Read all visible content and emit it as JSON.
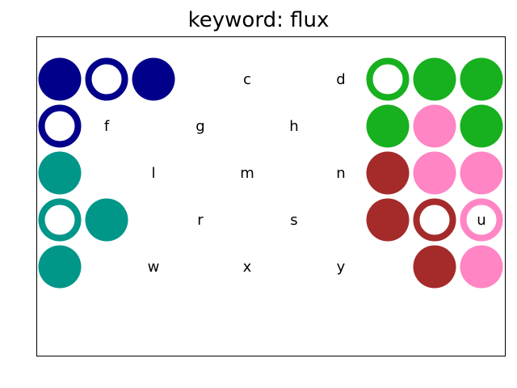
{
  "title": "keyword: flux",
  "colors": {
    "navy": "#00008b",
    "green": "#17b01e",
    "teal": "#009688",
    "brown": "#a52a2a",
    "pink": "#ff85c4"
  },
  "grid": {
    "rows": 5,
    "cols": 10,
    "cells": [
      {
        "row": 0,
        "col": 0,
        "color": "navy",
        "style": "filled"
      },
      {
        "row": 0,
        "col": 1,
        "color": "navy",
        "style": "ring"
      },
      {
        "row": 0,
        "col": 2,
        "color": "navy",
        "style": "filled"
      },
      {
        "row": 0,
        "col": 4,
        "letter": "c"
      },
      {
        "row": 0,
        "col": 6,
        "letter": "d"
      },
      {
        "row": 0,
        "col": 7,
        "color": "green",
        "style": "ring"
      },
      {
        "row": 0,
        "col": 8,
        "color": "green",
        "style": "filled"
      },
      {
        "row": 0,
        "col": 9,
        "color": "green",
        "style": "filled"
      },
      {
        "row": 1,
        "col": 0,
        "color": "navy",
        "style": "ring"
      },
      {
        "row": 1,
        "col": 1,
        "letter": "f"
      },
      {
        "row": 1,
        "col": 3,
        "letter": "g"
      },
      {
        "row": 1,
        "col": 5,
        "letter": "h"
      },
      {
        "row": 1,
        "col": 7,
        "color": "green",
        "style": "filled"
      },
      {
        "row": 1,
        "col": 8,
        "color": "pink",
        "style": "filled"
      },
      {
        "row": 1,
        "col": 9,
        "color": "green",
        "style": "filled"
      },
      {
        "row": 2,
        "col": 0,
        "color": "teal",
        "style": "filled"
      },
      {
        "row": 2,
        "col": 2,
        "letter": "l"
      },
      {
        "row": 2,
        "col": 4,
        "letter": "m"
      },
      {
        "row": 2,
        "col": 6,
        "letter": "n"
      },
      {
        "row": 2,
        "col": 7,
        "color": "brown",
        "style": "filled"
      },
      {
        "row": 2,
        "col": 8,
        "color": "pink",
        "style": "filled"
      },
      {
        "row": 2,
        "col": 9,
        "color": "pink",
        "style": "filled"
      },
      {
        "row": 3,
        "col": 0,
        "color": "teal",
        "style": "ring"
      },
      {
        "row": 3,
        "col": 1,
        "color": "teal",
        "style": "filled"
      },
      {
        "row": 3,
        "col": 3,
        "letter": "r"
      },
      {
        "row": 3,
        "col": 5,
        "letter": "s"
      },
      {
        "row": 3,
        "col": 7,
        "color": "brown",
        "style": "filled"
      },
      {
        "row": 3,
        "col": 8,
        "color": "brown",
        "style": "ring"
      },
      {
        "row": 3,
        "col": 9,
        "color": "pink",
        "style": "ring",
        "letter": "u"
      },
      {
        "row": 4,
        "col": 0,
        "color": "teal",
        "style": "filled"
      },
      {
        "row": 4,
        "col": 2,
        "letter": "w"
      },
      {
        "row": 4,
        "col": 4,
        "letter": "x"
      },
      {
        "row": 4,
        "col": 6,
        "letter": "y"
      },
      {
        "row": 4,
        "col": 8,
        "color": "brown",
        "style": "filled"
      },
      {
        "row": 4,
        "col": 9,
        "color": "pink",
        "style": "filled"
      }
    ]
  }
}
